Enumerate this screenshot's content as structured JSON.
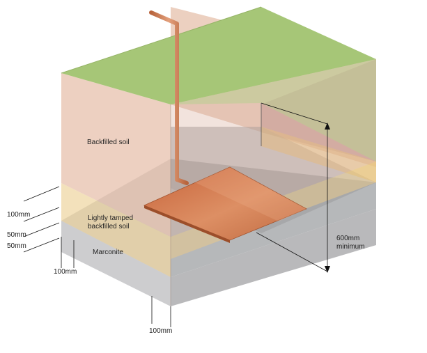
{
  "labels": {
    "backfilled_soil": "Backfilled soil",
    "lightly_tamped_line1": "Lightly tamped",
    "lightly_tamped_line2": "backfilled soil",
    "marconite": "Marconite",
    "depth_line1": "600mm",
    "depth_line2": "minimum",
    "dim_100mm_left": "100mm",
    "dim_50mm_upper": "50mm",
    "dim_50mm_lower": "50mm",
    "dim_100mm_bottom_left": "100mm",
    "dim_100mm_bottom": "100mm"
  },
  "colors": {
    "grass": "#a8c87a",
    "soil": "#e7c3b3",
    "tamped_band": "#f0d9a0",
    "marconite": "#c6c6c6",
    "copper": "#d0764b"
  }
}
